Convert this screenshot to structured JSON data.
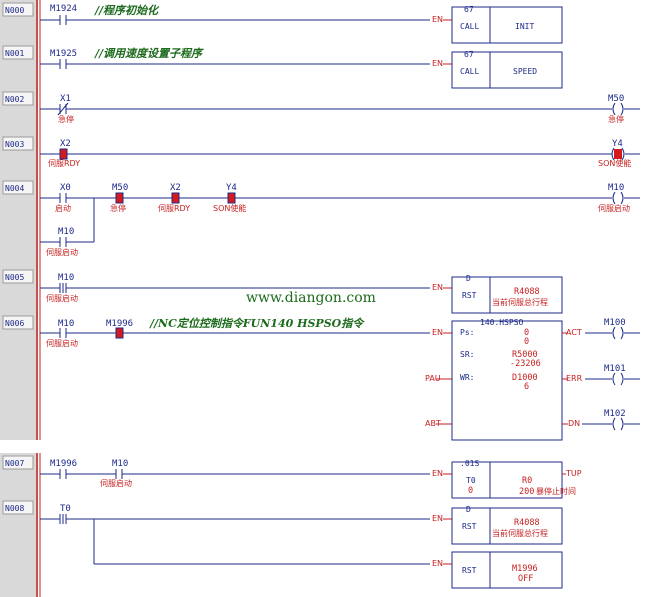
{
  "rungs": [
    {
      "id": "N000",
      "comment": "//程序初始化"
    },
    {
      "id": "N001",
      "comment": "//调用速度设置子程序"
    },
    {
      "id": "N002",
      "comment": ""
    },
    {
      "id": "N003",
      "comment": ""
    },
    {
      "id": "N004",
      "comment": ""
    },
    {
      "id": "N005",
      "comment": ""
    },
    {
      "id": "N006",
      "comment": "//NC定位控制指令FUN140 HSPSO指令"
    },
    {
      "id": "N007",
      "comment": ""
    },
    {
      "id": "N008",
      "comment": ""
    }
  ],
  "contacts": {
    "m1924": {
      "addr": "M1924",
      "label": ""
    },
    "m1925": {
      "addr": "M1925",
      "label": ""
    },
    "x1": {
      "addr": "X1",
      "label": "急停"
    },
    "x2": {
      "addr": "X2",
      "label": "伺服RDY"
    },
    "x0": {
      "addr": "X0",
      "label": "启动"
    },
    "m50": {
      "addr": "M50",
      "label": "急停"
    },
    "x2b": {
      "addr": "X2",
      "label": "伺服RDY"
    },
    "y4": {
      "addr": "Y4",
      "label": "SON使能"
    },
    "m10a": {
      "addr": "M10",
      "label": "伺服启动"
    },
    "m10b": {
      "addr": "M10",
      "label": "伺服启动"
    },
    "m10c": {
      "addr": "M10",
      "label": "伺服启动"
    },
    "m1996": {
      "addr": "M1996",
      "label": ""
    },
    "m1996b": {
      "addr": "M1996",
      "label": ""
    },
    "m10d": {
      "addr": "M10",
      "label": "伺服启动"
    },
    "t0": {
      "addr": "T0",
      "label": ""
    }
  },
  "coils": {
    "m50": {
      "addr": "M50",
      "label": "急停"
    },
    "y4": {
      "addr": "Y4",
      "label": "SON使能"
    },
    "m10": {
      "addr": "M10",
      "label": "伺服启动"
    },
    "m100": {
      "addr": "M100",
      "label": ""
    },
    "m101": {
      "addr": "M101",
      "label": ""
    },
    "m102": {
      "addr": "M102",
      "label": ""
    }
  },
  "blocks": {
    "call_init": {
      "num": "67",
      "op": "CALL",
      "arg": "INIT"
    },
    "call_speed": {
      "num": "67",
      "op": "CALL",
      "arg": "SPEED"
    },
    "rst1": {
      "num": "D",
      "op": "RST",
      "arg": "R4088",
      "arg2": "当前伺服总行程"
    },
    "hspso": {
      "title": "140.HSPSO",
      "ps_label": "Ps:",
      "ps_val": "0",
      "ps_cur": "0",
      "sr_label": "SR:",
      "sr_val": "R5000",
      "sr_cur": "-23206",
      "wr_label": "WR:",
      "wr_val": "D1000",
      "wr_cur": "6",
      "act": "ACT",
      "err": "ERR",
      "dn": "DN",
      "pau": "PAU",
      "abt": "ABT"
    },
    "timer": {
      "num": ".01S",
      "op": "T0",
      "opv": "0",
      "arg": "R0",
      "arg2": "200",
      "arg3": "暴停止时间",
      "tup": "TUP"
    },
    "rst2": {
      "num": "D",
      "op": "RST",
      "arg": "R4088",
      "arg2": "当前伺服总行程"
    },
    "rst3": {
      "op": "RST",
      "arg": "M1996",
      "arg2": "OFF"
    }
  },
  "en_label": "EN",
  "watermark": "www.diangon.com",
  "colors": {
    "wire": "#1d2a8a",
    "label": "#c61f1f",
    "comment": "#1c6a1c",
    "rail": "#c61f1f"
  }
}
